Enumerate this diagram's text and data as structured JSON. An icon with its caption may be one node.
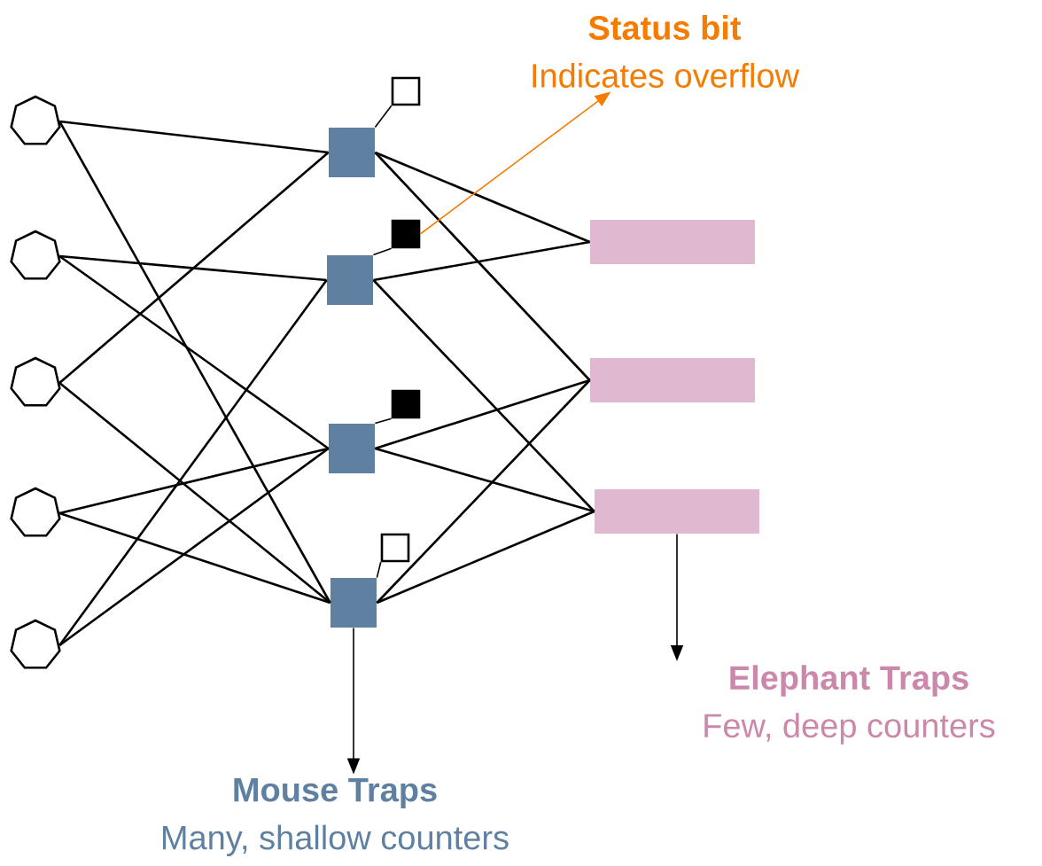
{
  "diagram": {
    "nodes": [
      {
        "text": [
          "Status bit",
          "Indicates overflow"
        ]
      },
      {
        "text": [],
        "shape": "heptagon"
      },
      {
        "text": [],
        "shape": "heptagon"
      },
      {
        "text": [],
        "shape": "heptagon"
      },
      {
        "text": [],
        "shape": "heptagon"
      },
      {
        "text": [],
        "shape": "heptagon"
      },
      {
        "text": [],
        "shape": "box"
      },
      {
        "text": [],
        "shape": "box"
      },
      {
        "text": [],
        "shape": "box"
      },
      {
        "text": [],
        "shape": "box"
      },
      {
        "text": [],
        "shape": "box"
      },
      {
        "text": [],
        "shape": "box"
      },
      {
        "text": [],
        "shape": "box"
      },
      {
        "text": [],
        "shape": "box"
      },
      {
        "text": [],
        "shape": "box"
      },
      {
        "text": [],
        "shape": "box"
      },
      {
        "text": [],
        "shape": "box"
      },
      {
        "text": [
          "Mouse Traps",
          "Many, shallow counters"
        ]
      },
      {
        "text": [
          "Elephant Traps",
          "Few, deep counters"
        ]
      }
    ],
    "edges": [
      {
        "from": 1,
        "to": 6,
        "arrow": "none"
      },
      {
        "from": 1,
        "to": 9,
        "arrow": "none"
      },
      {
        "from": 2,
        "to": 7,
        "arrow": "none"
      },
      {
        "from": 2,
        "to": 8,
        "arrow": "none"
      },
      {
        "from": 3,
        "to": 6,
        "arrow": "none"
      },
      {
        "from": 3,
        "to": 9,
        "arrow": "none"
      },
      {
        "from": 4,
        "to": 8,
        "arrow": "none"
      },
      {
        "from": 4,
        "to": 9,
        "arrow": "none"
      },
      {
        "from": 5,
        "to": 7,
        "arrow": "none"
      },
      {
        "from": 5,
        "to": 8,
        "arrow": "none"
      },
      {
        "from": 6,
        "to": 14,
        "arrow": "none"
      },
      {
        "from": 6,
        "to": 15,
        "arrow": "none"
      },
      {
        "from": 7,
        "to": 14,
        "arrow": "none"
      },
      {
        "from": 7,
        "to": 16,
        "arrow": "none"
      },
      {
        "from": 8,
        "to": 15,
        "arrow": "none"
      },
      {
        "from": 8,
        "to": 16,
        "arrow": "none"
      },
      {
        "from": 9,
        "to": 15,
        "arrow": "none"
      },
      {
        "from": 9,
        "to": 16,
        "arrow": "none"
      },
      {
        "from": 6,
        "to": 10,
        "arrow": "none"
      },
      {
        "from": 7,
        "to": 11,
        "arrow": "none"
      },
      {
        "from": 8,
        "to": 12,
        "arrow": "none"
      },
      {
        "from": 9,
        "to": 13,
        "arrow": "none"
      },
      {
        "from": 11,
        "to": 0,
        "arrow": "to",
        "color": "#f57c00"
      },
      {
        "from": 9,
        "to": 17,
        "arrow": "to"
      },
      {
        "from": 16,
        "to": 18,
        "arrow": "to"
      }
    ]
  }
}
